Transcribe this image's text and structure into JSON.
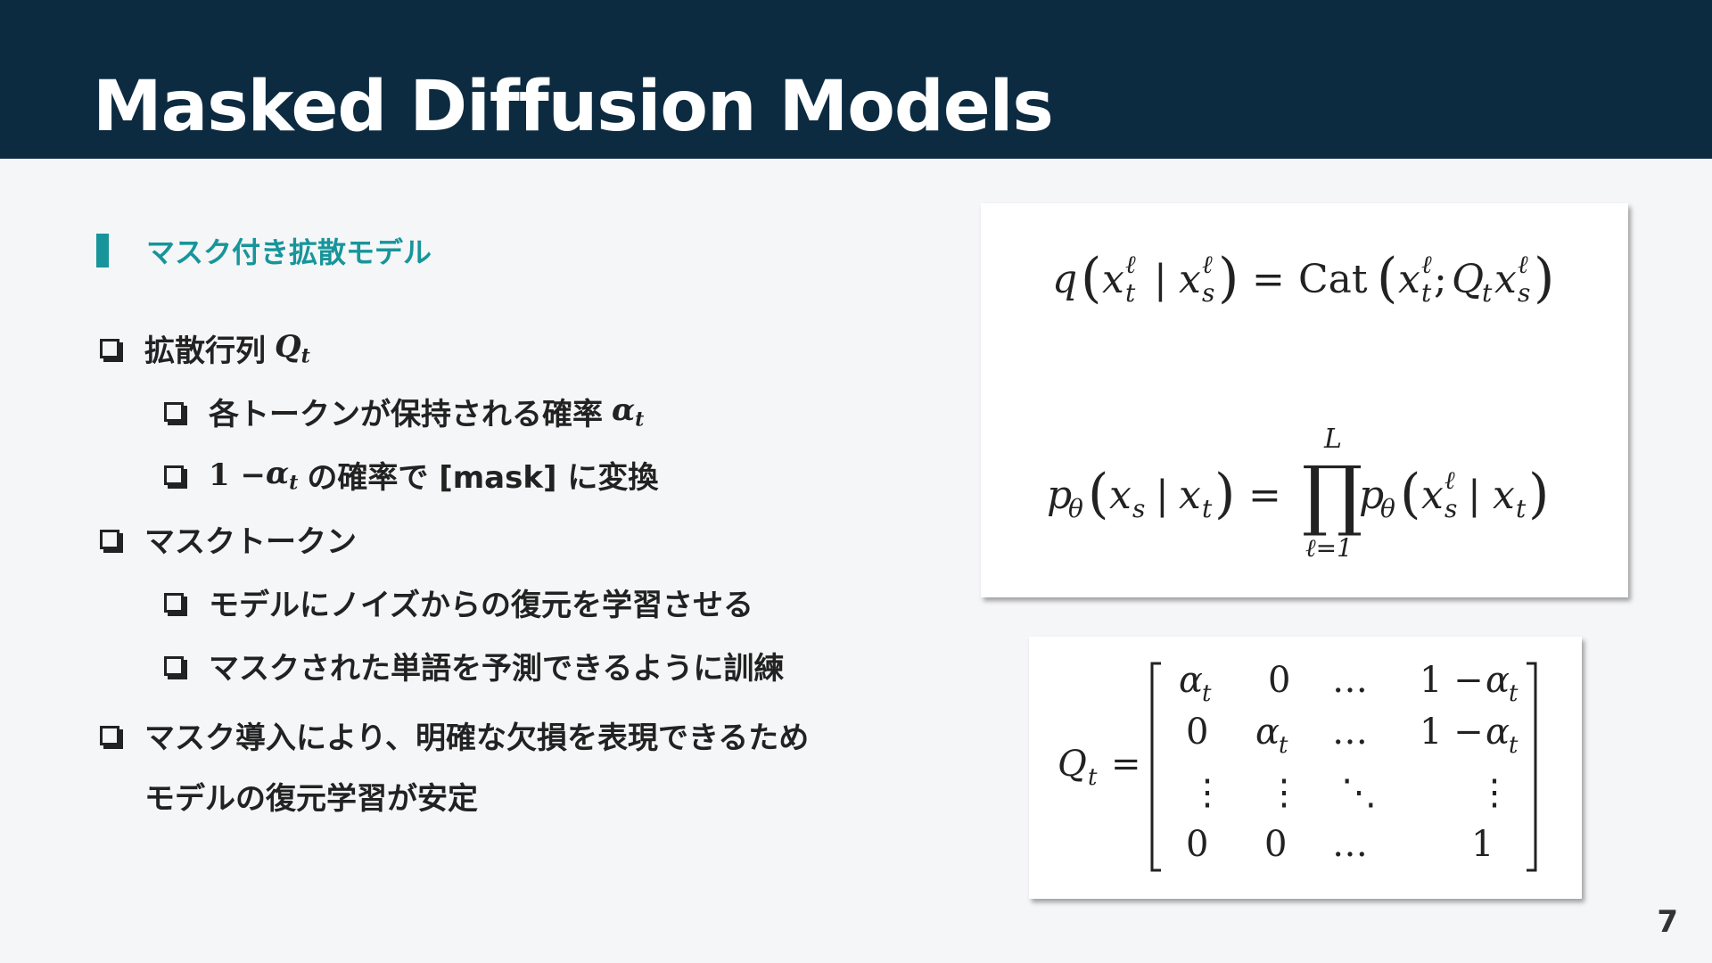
{
  "slide": {
    "title": "Masked Diffusion Models",
    "section_label": "マスク付き拡散モデル",
    "page_number": "7"
  },
  "bullets": {
    "b1": {
      "text": "拡散行列",
      "math": "Q",
      "sub": "t"
    },
    "b1a": {
      "text": "各トークンが保持される確率",
      "math": "α",
      "sub": "t"
    },
    "b1b": {
      "prefix": "1 − ",
      "math": "α",
      "sub": "t",
      "text": "の確率で [mask] に変換"
    },
    "b2": {
      "text": "マスクトークン"
    },
    "b2a": {
      "text": "モデルにノイズからの復元を学習させる"
    },
    "b2b": {
      "text": "マスクされた単語を予測できるように訓練"
    },
    "b3": {
      "line1": "マスク導入により、明確な欠損を表現できるため",
      "line2": "モデルの復元学習が安定"
    }
  },
  "equations": {
    "forward": "q (x_t^ℓ | x_s^ℓ) = Cat (x_t^ℓ; Q_t x_s^ℓ)",
    "reverse": "p_θ (x_s | x_t) = ∏_{ℓ=1}^{L} p_θ (x_s^ℓ | x_t)",
    "matrix": "Q_t = [[α_t, 0, …, 1 − α_t], [0, α_t, …, 1 − α_t], [⋮, ⋮, ⋱, ⋮], [0, 0, …, 1]]"
  },
  "colors": {
    "header_bg": "#0d2b40",
    "accent": "#17959a",
    "body_bg": "#f5f6f7"
  }
}
